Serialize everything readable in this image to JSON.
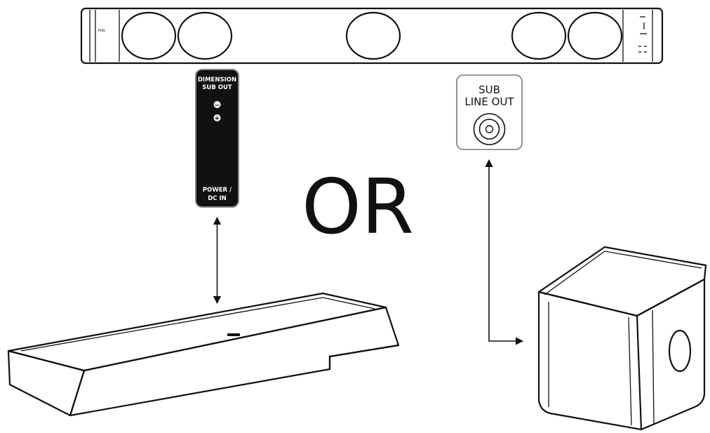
{
  "dimension_panel": {
    "title_line1": "DIMENSION",
    "title_line2": "SUB OUT",
    "minus_symbol": "−",
    "plus_symbol": "+",
    "bottom_line1": "POWER /",
    "bottom_line2": "DC IN"
  },
  "sub_line_out_panel": {
    "line1": "SUB",
    "line2": "LINE OUT"
  },
  "divider_text": "OR",
  "soundbar": {
    "brand_text": "Polk"
  },
  "colors": {
    "line": "#111111",
    "panel_dark": "#111111",
    "background": "#ffffff"
  }
}
